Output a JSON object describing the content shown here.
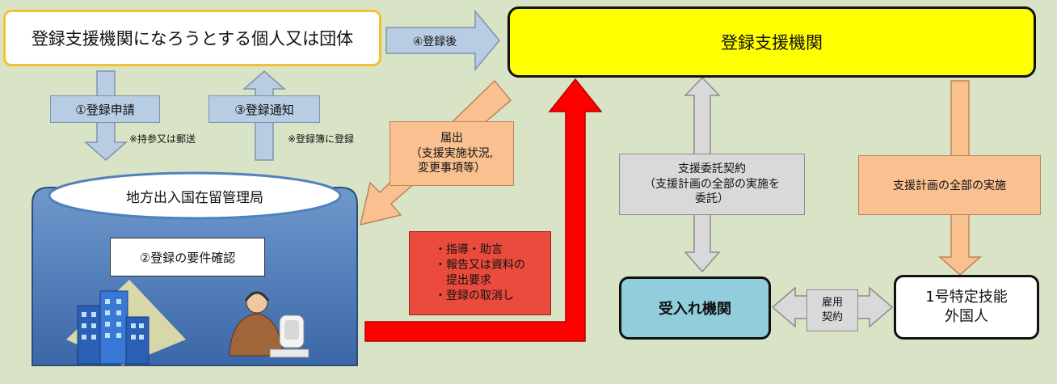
{
  "applicant": {
    "label": "登録支援機関になろうとする個人又は団体"
  },
  "registered_org": {
    "label": "登録支援機関"
  },
  "immigration": {
    "title": "地方出入国在留管理局",
    "check_label": "②登録の要件確認"
  },
  "arrows": {
    "after_registration": "④登録後",
    "apply": "①登録申請",
    "apply_note": "※持参又は郵送",
    "notify": "③登録通知",
    "notify_note": "※登録簿に登録",
    "report": "届出\n（支援実施状況,\n変更事項等）",
    "guidance": "・指導・助言\n・報告又は資料の\n　提出要求\n・登録の取消し",
    "consignment": "支援委託契約\n（支援計画の全部の実施を\n委託）",
    "implementation": "支援計画の全部の実施",
    "employment": "雇用\n契約"
  },
  "host_org": {
    "label": "受入れ機関"
  },
  "foreigner": {
    "label": "1号特定技能\n外国人"
  },
  "colors": {
    "background": "#d9e4c6",
    "applicant_border": "#f2c136",
    "registered_fill": "#ffff00",
    "immigration_fill": "#4f81bd",
    "arrow_blue": "#b8cce4",
    "arrow_orange": "#fac090",
    "arrow_red": "#ff0000",
    "arrow_gray": "#d9d9d9",
    "host_fill": "#92cddc",
    "guidance_fill": "#ea4b3c"
  }
}
